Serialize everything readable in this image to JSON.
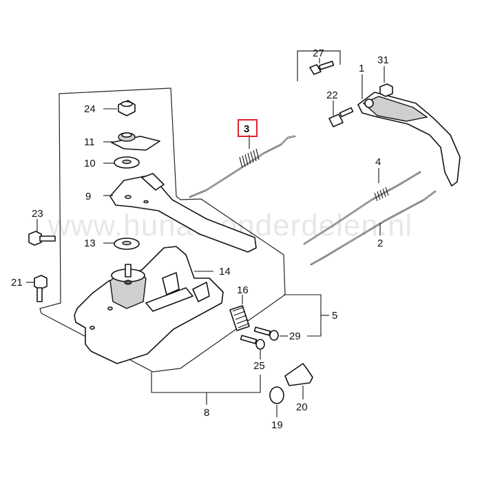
{
  "title": "",
  "watermark": "www.hunac-onderdelen.nl",
  "highlight_color": "#e0202a",
  "highlighted_part": "3",
  "callouts": {
    "p1": "1",
    "p2": "2",
    "p3": "3",
    "p4": "4",
    "p5": "5",
    "p8": "8",
    "p9": "9",
    "p10": "10",
    "p11": "11",
    "p13": "13",
    "p14": "14",
    "p16": "16",
    "p19": "19",
    "p20": "20",
    "p21": "21",
    "p22": "22",
    "p23": "23",
    "p24": "24",
    "p25": "25",
    "p27": "27",
    "p29": "29",
    "p31": "31"
  }
}
